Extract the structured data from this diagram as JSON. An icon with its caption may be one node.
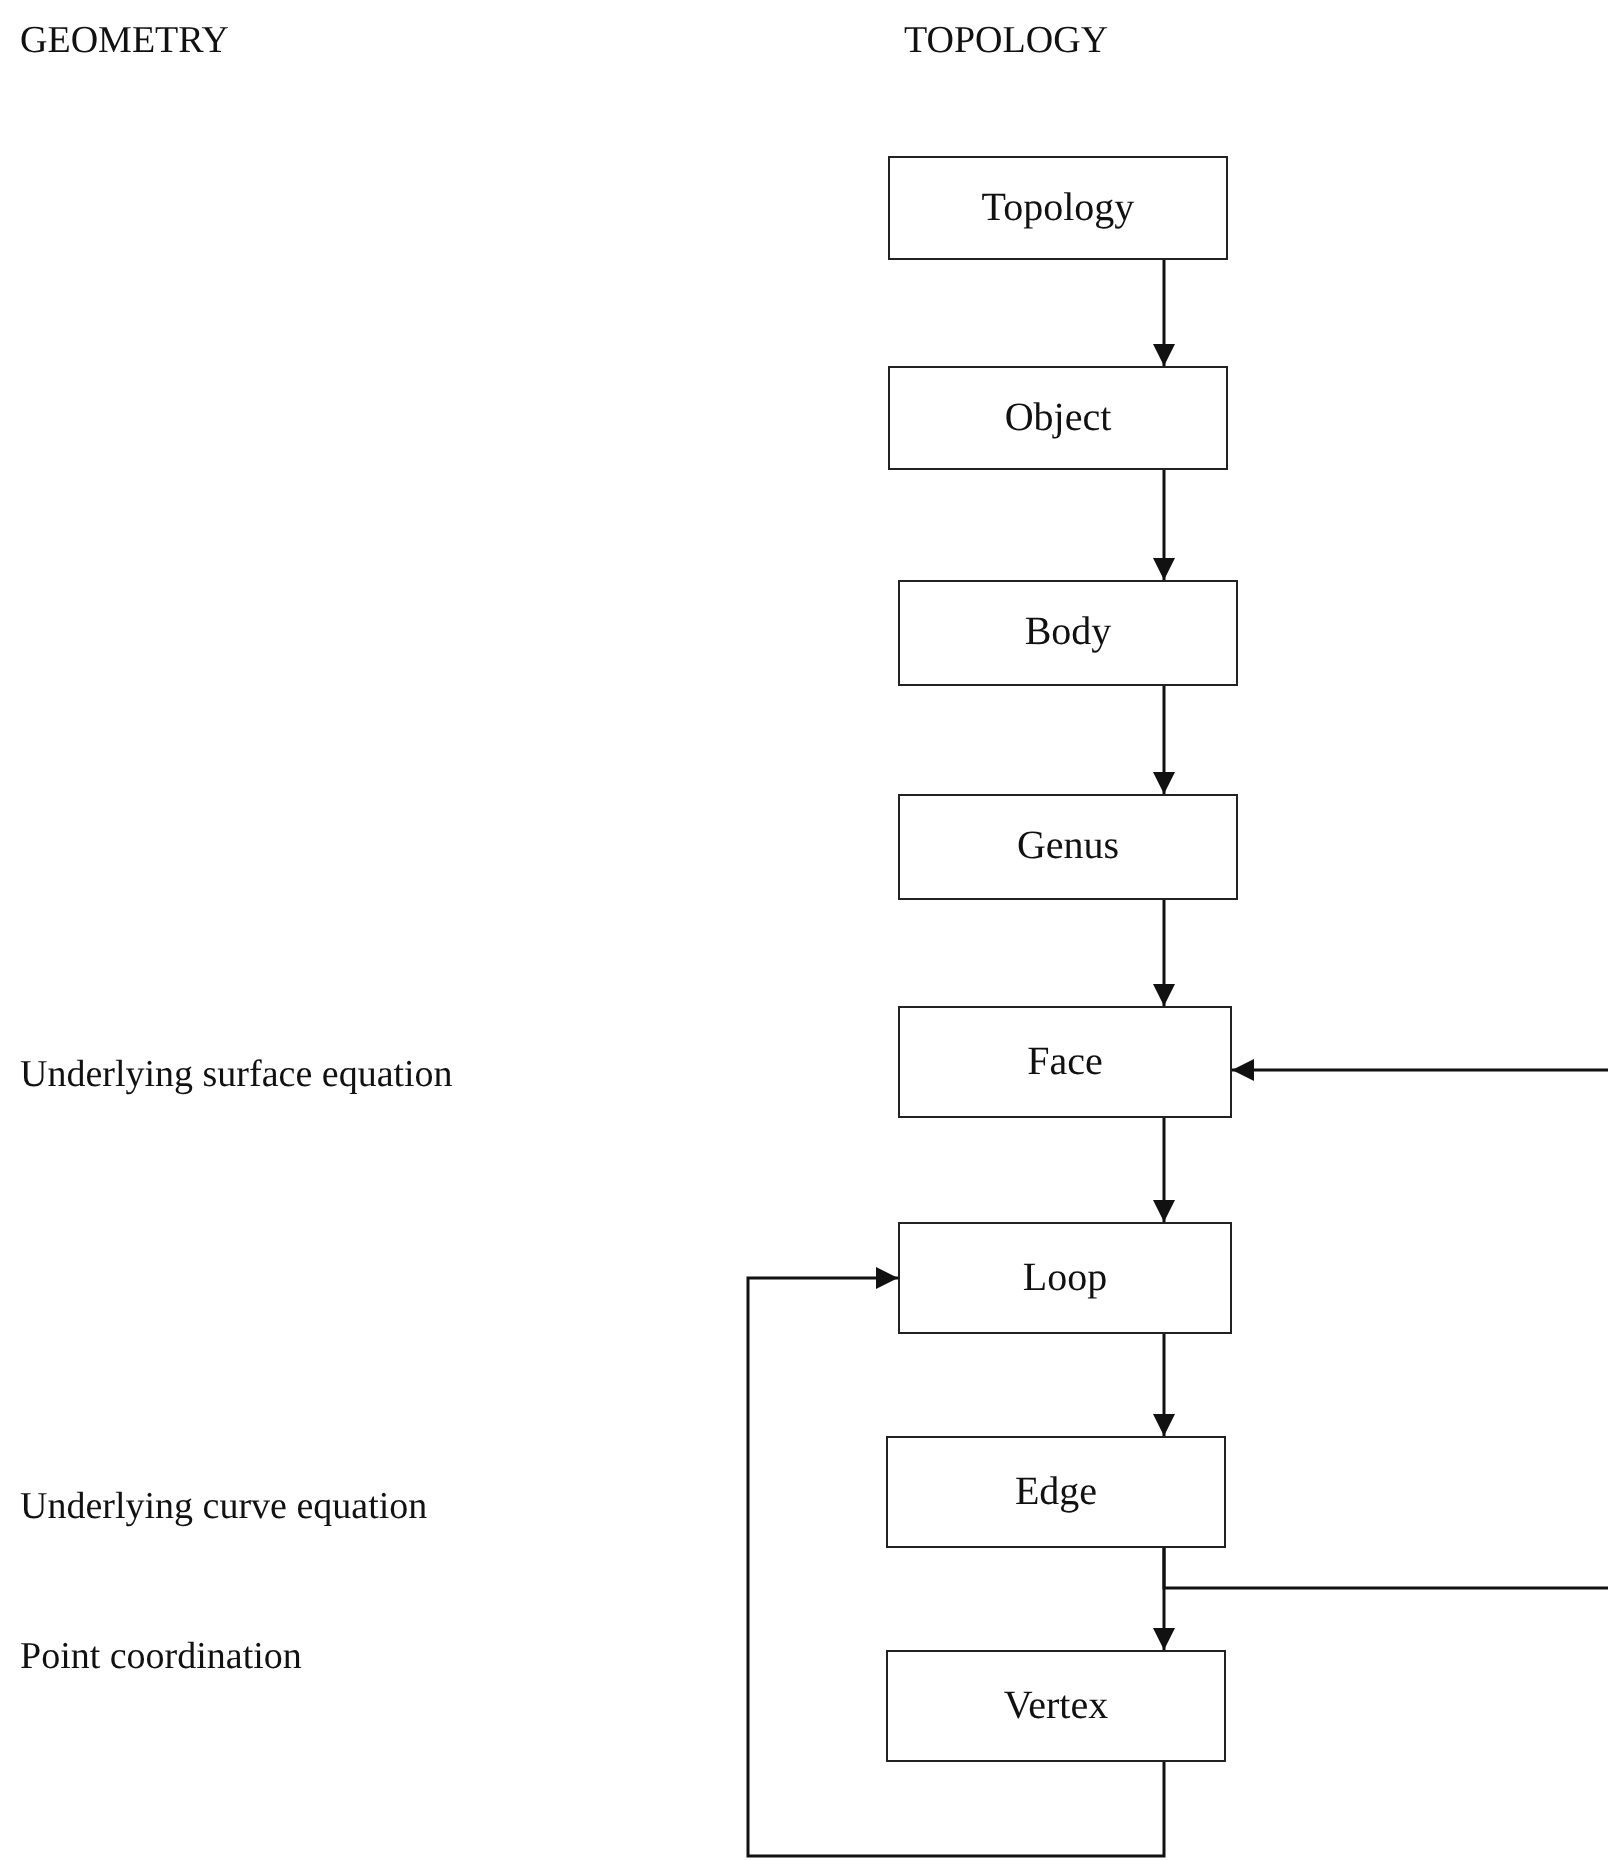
{
  "diagram": {
    "nodes": [
      {
        "text": [
          "Topology"
        ]
      },
      {
        "text": [
          "Object"
        ]
      },
      {
        "text": [
          "Body"
        ]
      },
      {
        "text": [
          "Genus"
        ]
      },
      {
        "text": [
          "Face"
        ]
      },
      {
        "text": [
          "Loop"
        ]
      },
      {
        "text": [
          "Edge"
        ]
      },
      {
        "text": [
          "Vertex"
        ]
      }
    ],
    "edges": [
      {
        "from": 0,
        "to": 1,
        "arrow": "to"
      },
      {
        "from": 1,
        "to": 2,
        "arrow": "to"
      },
      {
        "from": 2,
        "to": 3,
        "arrow": "to"
      },
      {
        "from": 3,
        "to": 4,
        "arrow": "to"
      },
      {
        "from": 4,
        "to": 5,
        "arrow": "to"
      },
      {
        "from": 5,
        "to": 6,
        "arrow": "to"
      },
      {
        "from": 6,
        "to": 7,
        "arrow": "to"
      },
      {
        "from": null,
        "to": 4,
        "arrow": "to"
      },
      {
        "from": 6,
        "to": null,
        "arrow": "none"
      },
      {
        "from": 7,
        "to": 5,
        "arrow": "to"
      }
    ],
    "labels": [
      "GEOMETRY",
      "TOPOLOGY",
      "Underlying surface equation",
      "Underlying curve equation",
      "Point coordination"
    ]
  }
}
